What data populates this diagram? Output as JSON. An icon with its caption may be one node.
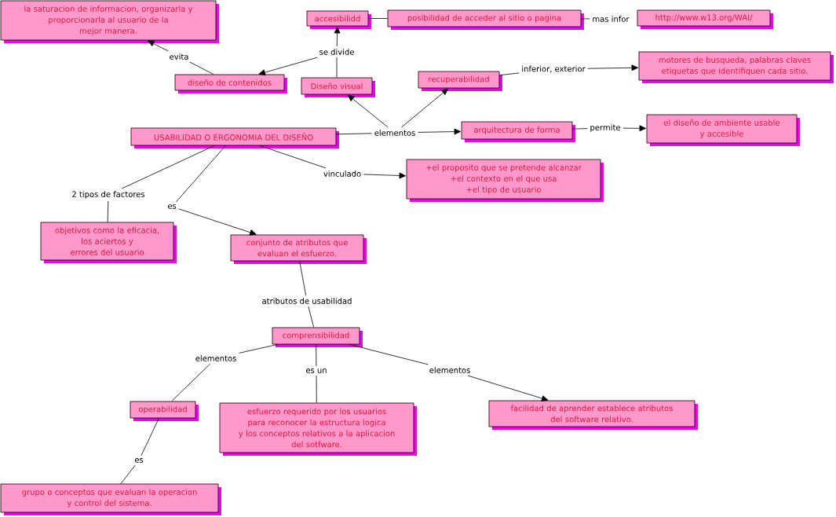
{
  "diagram": {
    "nodes": [
      {
        "text": [
          "la saturacion de informacion, organizarla y proporcionarla al usuario de la mejor manera."
        ]
      },
      {
        "text": [
          "accesibilidd"
        ]
      },
      {
        "text": [
          "posibilidad de acceder al sitio o pagina"
        ]
      },
      {
        "text": [
          "mas infor"
        ]
      },
      {
        "text": [
          "http://www.w13.org/WAI/"
        ]
      },
      {
        "text": [
          "se divide"
        ]
      },
      {
        "text": [
          "evita"
        ]
      },
      {
        "text": [
          "motores de busqueda, palabras claves etiquetas que identifiquen cada sitio."
        ]
      },
      {
        "text": [
          "inferior, exterior"
        ]
      },
      {
        "text": [
          "recuperabilidad"
        ]
      },
      {
        "text": [
          "diseño de contenidos"
        ]
      },
      {
        "text": [
          "Diseño visual"
        ]
      },
      {
        "text": [
          "el diseño de ambiente usable y accesible"
        ]
      },
      {
        "text": [
          "permite"
        ]
      },
      {
        "text": [
          "arquitectura de forma"
        ]
      },
      {
        "text": [
          "USABILIDAD O ERGONOMIA DEL DISEÑO"
        ]
      },
      {
        "text": [
          "elementos"
        ]
      },
      {
        "text": [
          "+el proposito que se pretende alcanzar +el contexto en el que usa +el tipo de usuario"
        ]
      },
      {
        "text": [
          "vinculado"
        ]
      },
      {
        "text": [
          "2 tipos de factores"
        ]
      },
      {
        "text": [
          "es"
        ]
      },
      {
        "text": [
          "objetivos como la eficacia, los aciertos y errores del usuario"
        ]
      },
      {
        "text": [
          "conjunto de atributos que evaluan el esfuerzo."
        ]
      },
      {
        "text": [
          "atributos de usabilidad"
        ]
      },
      {
        "text": [
          "comprensibilidad"
        ]
      },
      {
        "text": [
          "elementos"
        ]
      },
      {
        "text": [
          "es un"
        ]
      },
      {
        "text": [
          "elementos"
        ]
      },
      {
        "text": [
          "operabilidad"
        ]
      },
      {
        "text": [
          "esfuerzo requerido por los usuarios para reconocer la estructura logica y los conceptos relativos a la aplicacion del sotfware."
        ]
      },
      {
        "text": [
          "facilidad de aprender establece atributos del software relativo."
        ]
      },
      {
        "text": [
          "es"
        ]
      },
      {
        "text": [
          "grupo o conceptos que evaluan la operacion y control del sistema."
        ]
      }
    ],
    "edges": [
      {
        "from": 10,
        "to": 6,
        "arrow": "none"
      },
      {
        "from": 6,
        "to": 0,
        "arrow": "to"
      },
      {
        "from": 11,
        "to": 5,
        "arrow": "none"
      },
      {
        "from": 5,
        "to": 1,
        "arrow": "to"
      },
      {
        "from": 5,
        "to": 10,
        "arrow": "to"
      },
      {
        "from": 1,
        "to": 2,
        "arrow": "none"
      },
      {
        "from": 2,
        "to": 3,
        "arrow": "none"
      },
      {
        "from": 15,
        "to": 16,
        "arrow": "none"
      },
      {
        "from": 16,
        "to": 11,
        "arrow": "to"
      },
      {
        "from": 16,
        "to": 9,
        "arrow": "to"
      },
      {
        "from": 16,
        "to": 14,
        "arrow": "to"
      },
      {
        "from": 9,
        "to": 8,
        "arrow": "none"
      },
      {
        "from": 8,
        "to": 7,
        "arrow": "to"
      },
      {
        "from": 14,
        "to": 13,
        "arrow": "none"
      },
      {
        "from": 13,
        "to": 12,
        "arrow": "to"
      },
      {
        "from": 15,
        "to": 18,
        "arrow": "none"
      },
      {
        "from": 18,
        "to": 17,
        "arrow": "to"
      },
      {
        "from": 15,
        "to": 19,
        "arrow": "none"
      },
      {
        "from": 19,
        "to": 21,
        "arrow": "none"
      },
      {
        "from": 15,
        "to": 20,
        "arrow": "none"
      },
      {
        "from": 20,
        "to": 22,
        "arrow": "to"
      },
      {
        "from": 22,
        "to": 23,
        "arrow": "none"
      },
      {
        "from": 23,
        "to": 24,
        "arrow": "none"
      },
      {
        "from": 24,
        "to": 25,
        "arrow": "none"
      },
      {
        "from": 25,
        "to": 28,
        "arrow": "none"
      },
      {
        "from": 24,
        "to": 26,
        "arrow": "none"
      },
      {
        "from": 26,
        "to": 29,
        "arrow": "none"
      },
      {
        "from": 24,
        "to": 27,
        "arrow": "none"
      },
      {
        "from": 27,
        "to": 30,
        "arrow": "to"
      },
      {
        "from": 28,
        "to": 31,
        "arrow": "none"
      },
      {
        "from": 31,
        "to": 32,
        "arrow": "none"
      }
    ]
  }
}
